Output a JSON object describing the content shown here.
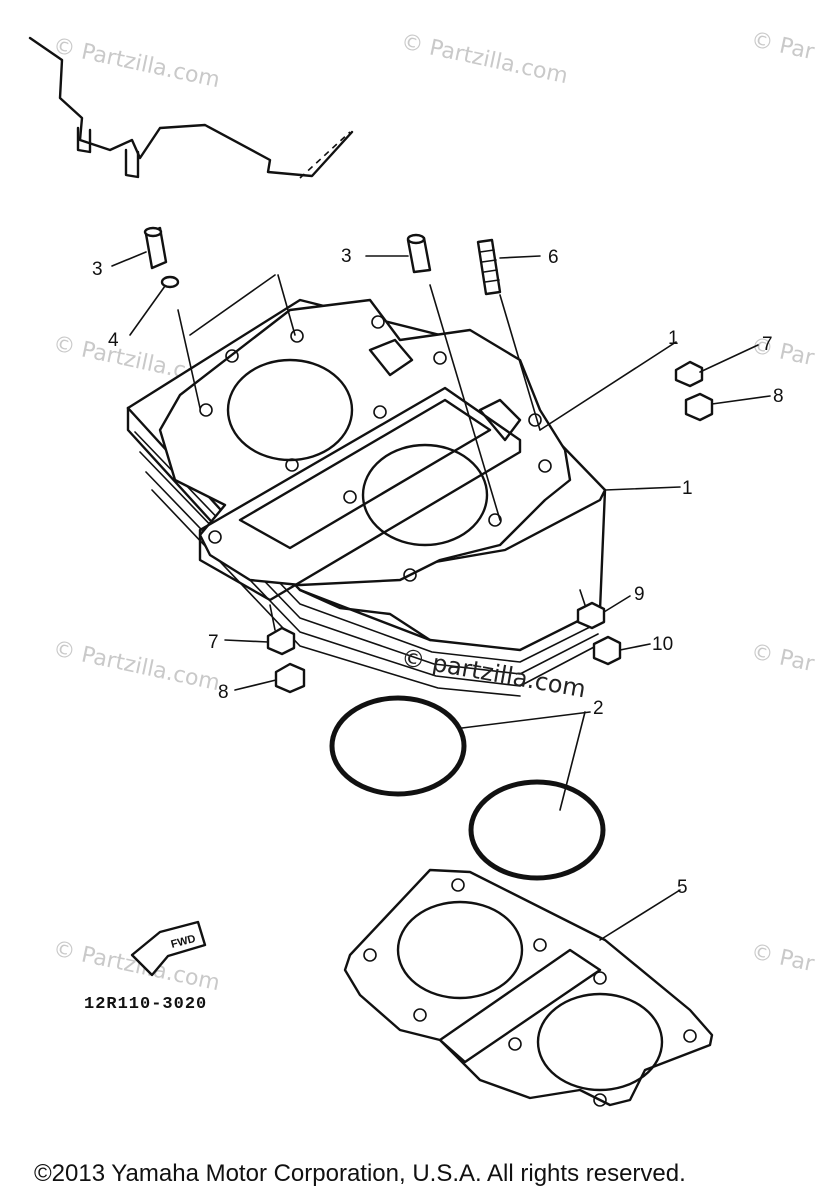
{
  "diagram": {
    "callouts": [
      "1",
      "1",
      "2",
      "3",
      "3",
      "4",
      "5",
      "6",
      "7",
      "7",
      "8",
      "8",
      "9",
      "10"
    ],
    "watermark": "© Partzilla.com",
    "watermark_center": "© partzilla.com",
    "watermark_edge": "© Par",
    "arrow_label": "FWD",
    "part_code": "12R110-3020"
  },
  "footer": {
    "copyright": "©2013  Yamaha Motor Corporation, U.S.A. All rights reserved."
  }
}
